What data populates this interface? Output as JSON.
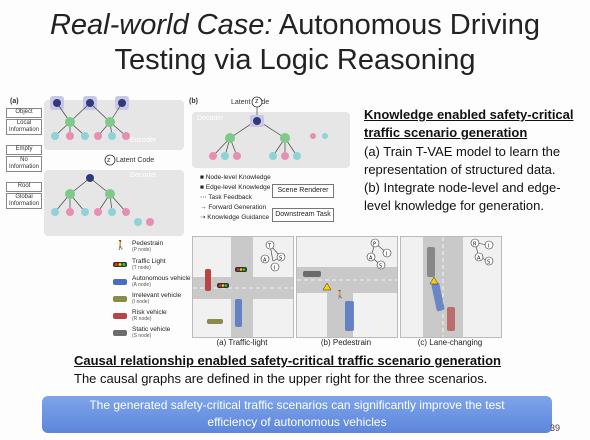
{
  "slide": {
    "title_italic": "Real-world Case:",
    "title_rest": " Autonomous Driving",
    "title_line2": "Testing via Logic Reasoning",
    "page_number": "39",
    "banner_line1": "The generated safety-critical traffic scenarios can significantly improve the test",
    "banner_line2": "efficiency of autonomous vehicles"
  },
  "right_text": {
    "heading_line1": "Knowledge enabled safety-critical",
    "heading_line2": "traffic scenario generation",
    "items": [
      "(a) Train T-VAE model to learn the",
      "representation of structured data.",
      "(b) Integrate node-level and edge-",
      "level knowledge for generation."
    ]
  },
  "diagram_a": {
    "panel_label": "(a)",
    "encoder_label": "Encoder",
    "decoder_label": "Decoder",
    "latent_label": "Latent Code",
    "latent_symbol": "z",
    "side_boxes": [
      {
        "line1": "Object",
        "line2": "",
        "line3": ""
      },
      {
        "line1": "Local",
        "line2": "Information",
        "line3": ""
      },
      {
        "line1": "Empty",
        "line2": "",
        "line3": ""
      },
      {
        "line1": "No",
        "line2": "Information",
        "line3": ""
      },
      {
        "line1": "Root",
        "line2": "",
        "line3": ""
      },
      {
        "line1": "Global",
        "line2": "Information",
        "line3": ""
      }
    ]
  },
  "diagram_b": {
    "panel_label": "(b)",
    "latent_label": "Latent Code",
    "latent_symbol": "z",
    "decoder_label": "Decoder",
    "legend": [
      "Node-level Knowledge",
      "Edge-level Knowledge",
      "Task Feedback",
      "Forward Generation",
      "Knowledge Guidance"
    ],
    "scene_renderer": "Scene Renderer",
    "downstream_task": "Downstream Task"
  },
  "scenario_legend": [
    {
      "name": "Pedestrain",
      "node": "(P node)"
    },
    {
      "name": "Traffic Light",
      "node": "(T node)"
    },
    {
      "name": "Autonomous vehicle",
      "node": "(A node)"
    },
    {
      "name": "Irrelevant vehicle",
      "node": "(I node)"
    },
    {
      "name": "Risk vehicle",
      "node": "(R node)"
    },
    {
      "name": "Static vehicle",
      "node": "(S node)"
    }
  ],
  "scenarios": [
    {
      "caption": "(a) Traffic-light",
      "nodes": [
        "T",
        "A",
        "I",
        "S"
      ]
    },
    {
      "caption": "(b) Pedestrain",
      "nodes": [
        "P",
        "A",
        "S",
        "I"
      ]
    },
    {
      "caption": "(c) Lane-changing",
      "nodes": [
        "R",
        "A",
        "S",
        "I"
      ]
    }
  ],
  "causal": {
    "heading": "Causal relationship enabled safety-critical traffic scenario generation",
    "text": "The causal graphs are defined in the upper right for the three scenarios."
  },
  "colors": {
    "node_pink": "#e78fb3",
    "node_green": "#7fc98a",
    "node_teal": "#8fd3d8",
    "node_navy": "#2f3a7a",
    "banner": "#6b91e0"
  }
}
